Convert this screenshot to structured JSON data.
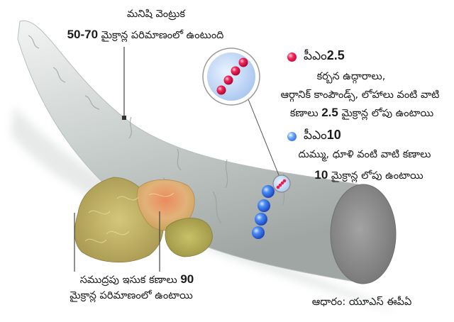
{
  "hair": {
    "title_line1": "మనిషి వెంట్రుక",
    "size": "50-70",
    "title_line2_rest": "మైక్రాన్ల పరిమాణంలో ఉంటుంది"
  },
  "pm25": {
    "label_prefix": "పీఎం",
    "label_number": "2.5",
    "color": "#e8204f",
    "desc_line1": "కర్బన ఉద్గారాలు,",
    "desc_line2": "ఆర్గానిక్ కాంపౌండ్స్, లోహాలు వంటి వాటి",
    "desc_line3_pre": "కణాలు",
    "desc_line3_num": "2.5",
    "desc_line3_post": "మైక్రాన్ల లోపు ఉంటాయి"
  },
  "pm10": {
    "label_prefix": "పీఎం",
    "label_number": "10",
    "color": "#3f7ef0",
    "desc_line1": "దుమ్ము, ధూళి వంటి వాటి కణాలు",
    "desc_line2_num": "10",
    "desc_line2_post": "మైక్రాన్ల లోపు ఉంటాయి"
  },
  "sand": {
    "line1_pre": "సముద్రపు ఇసుక కణాలు",
    "line1_num": "90",
    "line2": "మైక్రాన్ల పరిమాణంలో ఉంటాయి"
  },
  "source": {
    "text": "ఆధారం: యూఎస్ ఈపీఏ"
  },
  "colors": {
    "hair_gray": "#c9cfcd",
    "hair_cross_section": "#8e8e8e",
    "sand_yellow": "#c9b96a",
    "sand_orange": "#e38a5a",
    "pm25_red": "#e8204f",
    "pm10_blue": "#3f7ef0"
  }
}
